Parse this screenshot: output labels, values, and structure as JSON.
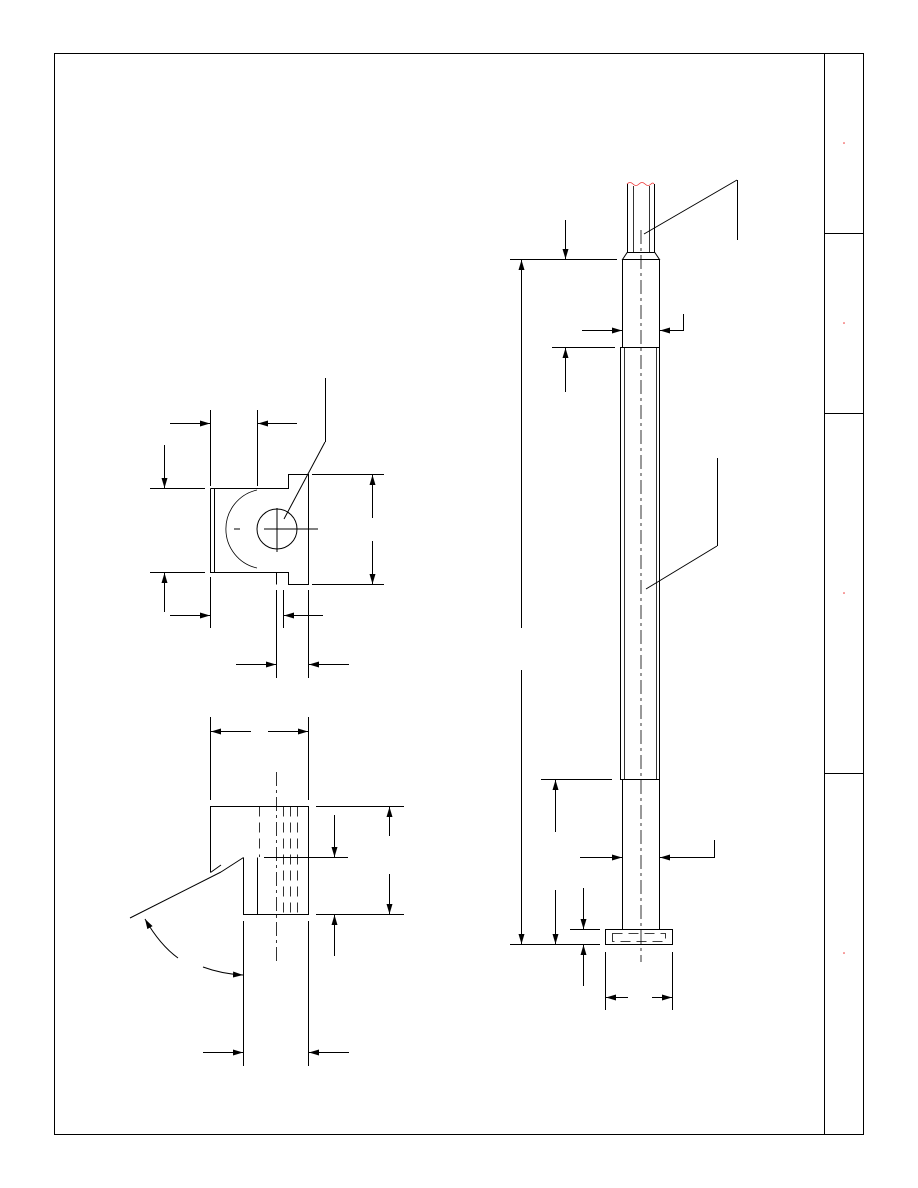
{
  "drawing": {
    "views": [
      "plan-view",
      "side-view",
      "shaft-elevation"
    ],
    "title_block_zones": 4,
    "colors": {
      "line": "#000000",
      "zone_mark": "#e33333"
    }
  }
}
